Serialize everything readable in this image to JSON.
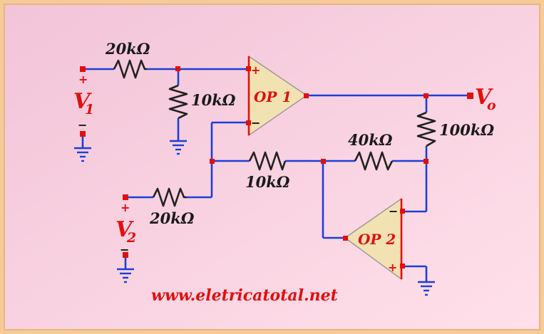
{
  "resistors": {
    "r1": "20kΩ",
    "r2": "10kΩ",
    "r3": "40kΩ",
    "r4": "100kΩ",
    "r5": "10kΩ",
    "r6": "20kΩ"
  },
  "opamps": {
    "op1": "OP 1",
    "op2": "OP 2"
  },
  "sources": {
    "v1": "V",
    "v1_sub": "1",
    "v2": "V",
    "v2_sub": "2",
    "vo": "V",
    "vo_sub": "o"
  },
  "signs": {
    "plus": "+",
    "minus": "−"
  },
  "website": "www.eletricatotal.net",
  "colors": {
    "background": "#fbd6e4",
    "frame": "#f6cfa0",
    "wire": "#1d3fd6",
    "text_red": "#e01010",
    "opamp_fill": "#f2e2b2"
  }
}
